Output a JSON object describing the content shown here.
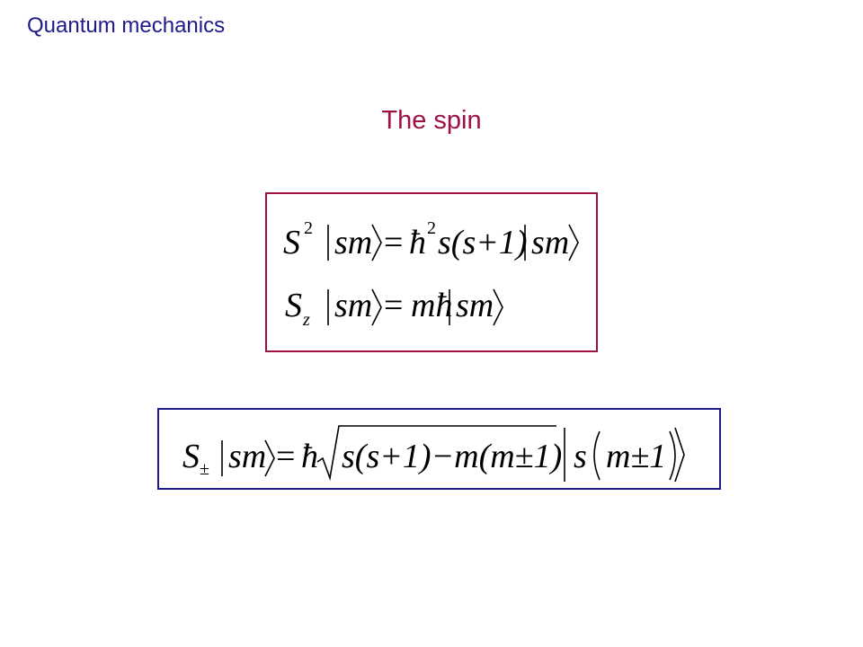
{
  "header": {
    "text": "Quantum mechanics",
    "color": "#1f1a8c"
  },
  "title": {
    "text": "The spin",
    "color": "#9e1046"
  },
  "eigen_box": {
    "border_color": "#9e1046"
  },
  "ladder_box": {
    "border_color": "#1f1a8c"
  },
  "equations": {
    "s_squared": {
      "operator": "S",
      "operator_sup": "2",
      "ket_left": "sm",
      "rhs_hbar": "ħ",
      "rhs_sup": "2",
      "rhs_body": "s(s+1)",
      "ket_right": "sm"
    },
    "s_z": {
      "operator": "S",
      "operator_sub": "z",
      "ket_left": "sm",
      "rhs_body": "mħ",
      "ket_right": "sm"
    },
    "ladder": {
      "operator": "S",
      "operator_sub": "±",
      "ket_left": "sm",
      "rhs_hbar": "ħ",
      "radicand": "s(s+1)−m(m±1)",
      "ket_s": "s",
      "ket_arg": "m±1"
    }
  }
}
